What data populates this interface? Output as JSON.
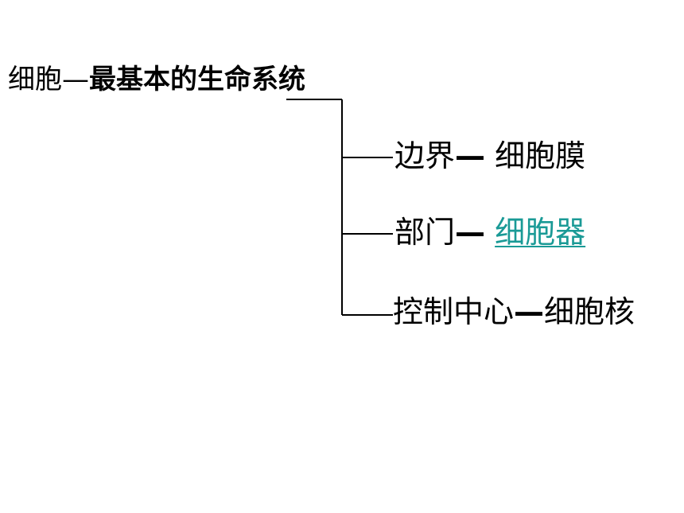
{
  "title": {
    "lead": "细胞",
    "separator": "—",
    "rest": "最基本的生命系统"
  },
  "branches": [
    {
      "label": "边界",
      "dash": "—",
      "value": "细胞膜",
      "is_link": false
    },
    {
      "label": "部门",
      "dash": "—",
      "value": "细胞器",
      "is_link": true
    },
    {
      "label": "控制中心",
      "dash": "—",
      "value": "细胞核",
      "is_link": false
    }
  ],
  "colors": {
    "text": "#000000",
    "link": "#1a9a96",
    "line": "#000000"
  }
}
